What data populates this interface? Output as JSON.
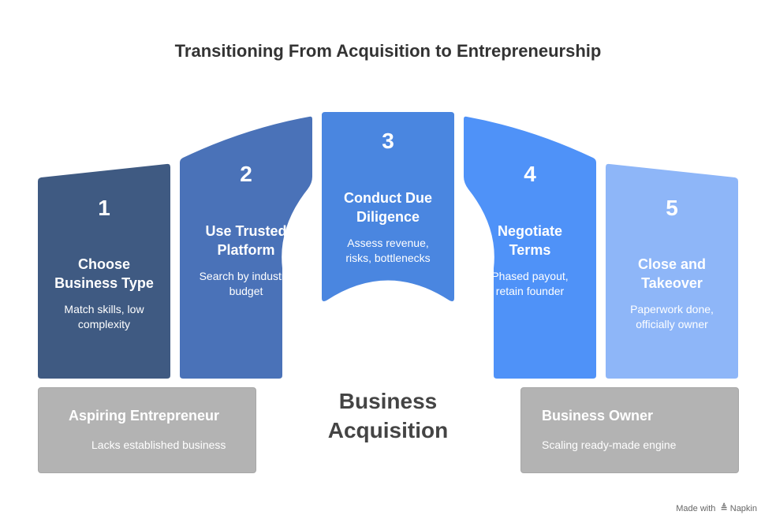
{
  "title": "Transitioning From Acquisition to Entrepreneurship",
  "steps": [
    {
      "number": "1",
      "title_line1": "Choose",
      "title_line2": "Business Type",
      "desc_line1": "Match skills, low",
      "desc_line2": "complexity",
      "color": "#3f5a82"
    },
    {
      "number": "2",
      "title_line1": "Use Trusted",
      "title_line2": "Platform",
      "desc_line1": "Search by industry,",
      "desc_line2": "budget",
      "color": "#4a72b8"
    },
    {
      "number": "3",
      "title_line1": "Conduct Due",
      "title_line2": "Diligence",
      "desc_line1": "Assess revenue,",
      "desc_line2": "risks, bottlenecks",
      "color": "#4a86e0"
    },
    {
      "number": "4",
      "title_line1": "Negotiate",
      "title_line2": "Terms",
      "desc_line1": "Phased payout,",
      "desc_line2": "retain founder",
      "color": "#4f92f8"
    },
    {
      "number": "5",
      "title_line1": "Close and",
      "title_line2": "Takeover",
      "desc_line1": "Paperwork done,",
      "desc_line2": "officially owner",
      "color": "#8eb6f8"
    }
  ],
  "start_state": {
    "title": "Aspiring Entrepreneur",
    "desc": "Lacks established business"
  },
  "end_state": {
    "title": "Business Owner",
    "desc": "Scaling ready-made engine"
  },
  "center_label_line1": "Business",
  "center_label_line2": "Acquisition",
  "footer": {
    "made_with": "Made with",
    "brand": "Napkin"
  },
  "colors": {
    "box_fill": "#b3b3b3",
    "title_text": "#333333",
    "center_text": "#444444"
  }
}
